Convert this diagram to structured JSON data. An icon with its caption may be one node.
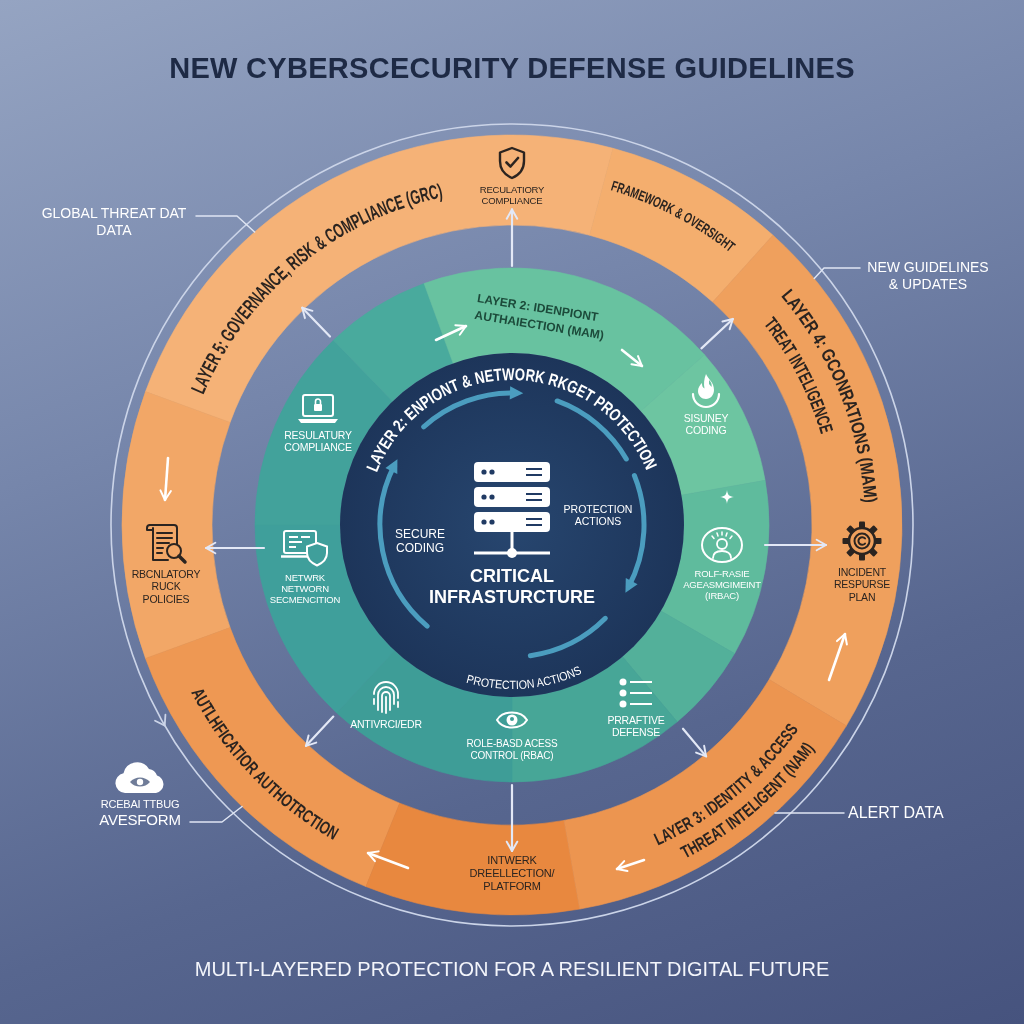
{
  "diagram": {
    "title": "NEW CYBERSCECURITY DEFENSE GUIDELINES",
    "caption": "MULTI-LAYERED PROTECTION FOR A RESILIENT DIGITAL FUTURE",
    "nodes": [
      {
        "text": [
          "LAYER 5: GOVERNANCE, RISK & COMPLIANCE (GRC)"
        ]
      },
      {
        "text": [
          "FRAMEWORK & OVERSIGHT"
        ]
      },
      {
        "text": [
          "RECULATIORY COMPLIANCE"
        ],
        "in": 0
      },
      {
        "text": [
          "LAYER 4: GCONRATIONS (MAM) TREAT INTELIGENCE"
        ]
      },
      {
        "text": [
          "INCIDENT RESPURSE PLAN"
        ],
        "in": 3
      },
      {
        "text": [],
        "shape": "band"
      },
      {
        "text": [
          "RBCNLATORY RUCK POLICIES"
        ],
        "in": 5
      },
      {
        "text": [
          "AUTLHFICATIOR AUTHOTRCTION"
        ]
      },
      {
        "text": [],
        "shape": "band"
      },
      {
        "text": [
          "INTWERK DREELLECTION/ PLATFORM"
        ],
        "in": 8
      },
      {
        "text": [
          "LAYER 3: IDENTITY & ACCESS THREAT INTELIGENT (NAM)"
        ]
      },
      {
        "text": [
          "LAYER 2: IDENPIONT AUTHAIECTION (MAM)"
        ]
      },
      {
        "text": [
          "RESULATURY COMPLIANCE"
        ]
      },
      {
        "text": [
          "SISUNEY CODING"
        ]
      },
      {
        "text": [
          "NETWRK NETWORN SECMENCITION"
        ]
      },
      {
        "text": [
          "ROLF-RASIE AGEASMGIMEINT (IRBAC)"
        ]
      },
      {
        "text": [
          "ANTIVRCI/EDR"
        ]
      },
      {
        "text": [
          "ROLE-BASD ACESS CONTROL (RBAC)"
        ]
      },
      {
        "text": [
          "PRRAFTIVE DEFENSE"
        ]
      },
      {
        "text": [
          "LAYER 2: ENPIONT & NETWORK RKGET PROTECTION",
          "SECURE CODING",
          "PROTECTION ACTIONS",
          "CRITICAL INFRASTURCTURE",
          "PROTECTION ACTIONS"
        ]
      },
      {
        "text": [
          "GLOBAL THREAT DAT DATA"
        ]
      },
      {
        "text": [
          "NEW GUIDELINES & UPDATES"
        ]
      },
      {
        "text": [
          "RCEBAI TTBUG",
          "AVESFORM"
        ]
      },
      {
        "text": [
          "ALERT DATA"
        ]
      }
    ],
    "edges": [
      {
        "from": null,
        "to": 0,
        "arrow": "to"
      },
      {
        "from": 11,
        "to": 2,
        "arrow": "to"
      },
      {
        "from": 11,
        "to": 3,
        "arrow": "to"
      },
      {
        "from": 14,
        "to": 6,
        "arrow": "to"
      },
      {
        "from": 15,
        "to": 4,
        "arrow": "to"
      },
      {
        "from": null,
        "to": 7,
        "arrow": "to"
      },
      {
        "from": null,
        "to": 9,
        "arrow": "to"
      },
      {
        "from": null,
        "to": 10,
        "arrow": "to"
      },
      {
        "from": 20,
        "to": 0,
        "arrow": "none"
      },
      {
        "from": 21,
        "to": 3,
        "arrow": "none"
      },
      {
        "from": 22,
        "to": 7,
        "arrow": "none"
      },
      {
        "from": 23,
        "to": 10,
        "arrow": "none"
      }
    ]
  }
}
